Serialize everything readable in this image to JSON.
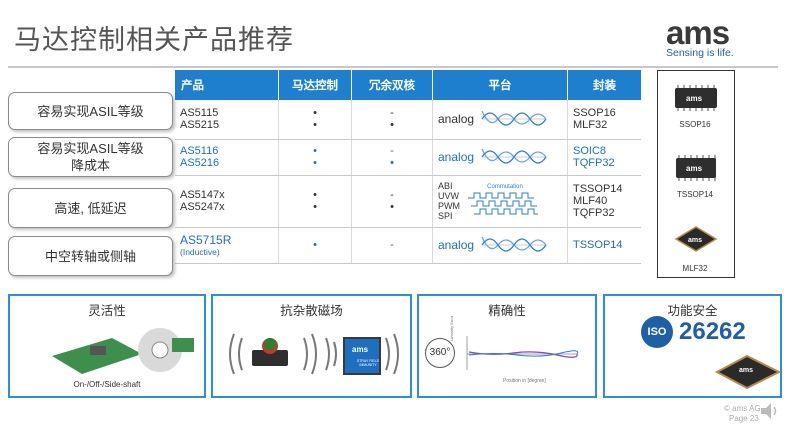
{
  "slide": {
    "title": "马达控制相关产品推荐"
  },
  "logo": {
    "wordmark": "ams",
    "tagline": "Sensing is life."
  },
  "table": {
    "headers": [
      "产品",
      "马达控制",
      "冗余双核",
      "平台",
      "封装"
    ],
    "rows": [
      {
        "products": [
          "AS5115",
          "AS5215"
        ],
        "motor": [
          "•",
          "•"
        ],
        "redundant": [
          "-",
          "•"
        ],
        "platform": [
          "analog"
        ],
        "packages": [
          "SSOP16",
          "MLF32"
        ],
        "highlight": false
      },
      {
        "products": [
          "AS5116",
          "AS5216"
        ],
        "motor": [
          "•",
          "•"
        ],
        "redundant": [
          "-",
          "•"
        ],
        "platform": [
          "analog"
        ],
        "packages": [
          "SOIC8",
          "TQFP32"
        ],
        "highlight": true
      },
      {
        "products": [
          "AS5147x",
          "AS5247x"
        ],
        "motor": [
          "•",
          "•"
        ],
        "redundant": [
          "-",
          "•"
        ],
        "platform": [
          "ABI",
          "UVW",
          "PWM",
          "SPI"
        ],
        "waveform_label": "Commutation",
        "packages": [
          "TSSOP14",
          "MLF40",
          "TQFP32"
        ],
        "highlight": false
      },
      {
        "products": [
          "AS5715R",
          "(Inductive)"
        ],
        "motor": [
          "•"
        ],
        "redundant": [
          "-"
        ],
        "platform": [
          "analog"
        ],
        "packages": [
          "TSSOP14"
        ],
        "highlight": true
      }
    ]
  },
  "callouts": [
    "容易实现ASIL等级",
    "容易实现ASIL等级\n降成本",
    "高速, 低延迟",
    "中空转轴或侧轴"
  ],
  "chips": [
    "SSOP16",
    "TSSOP14",
    "MLF32"
  ],
  "cards": [
    {
      "title": "灵活性",
      "caption": "On-/Off-/Side-shaft"
    },
    {
      "title": "抗杂散磁场",
      "badge_text": "STRAY FIELD IMMUNITY"
    },
    {
      "title": "精确性",
      "badge": "360°",
      "ylabel": "Linearity Error",
      "xlabel": "Position in [degree]"
    },
    {
      "title": "功能安全",
      "iso": "ISO",
      "iso_number": "26262"
    }
  ],
  "footer": {
    "copyright": "© ams AG",
    "page": "Page 23"
  },
  "colors": {
    "accent": "#1f7fcf",
    "highlight_text": "#1c6fc4",
    "card_border": "#2a8fdc"
  }
}
